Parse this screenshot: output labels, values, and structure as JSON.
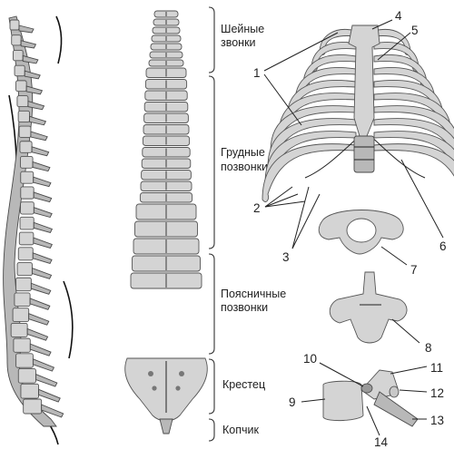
{
  "regions": {
    "cervical": "Шейные звонки",
    "thoracic": "Грудные позвонки",
    "lumbar": "Поясничные позвонки",
    "sacrum": "Крестец",
    "coccyx": "Копчик"
  },
  "callouts": [
    "1",
    "2",
    "3",
    "4",
    "5",
    "6",
    "7",
    "8",
    "9",
    "10",
    "11",
    "12",
    "13",
    "14"
  ]
}
